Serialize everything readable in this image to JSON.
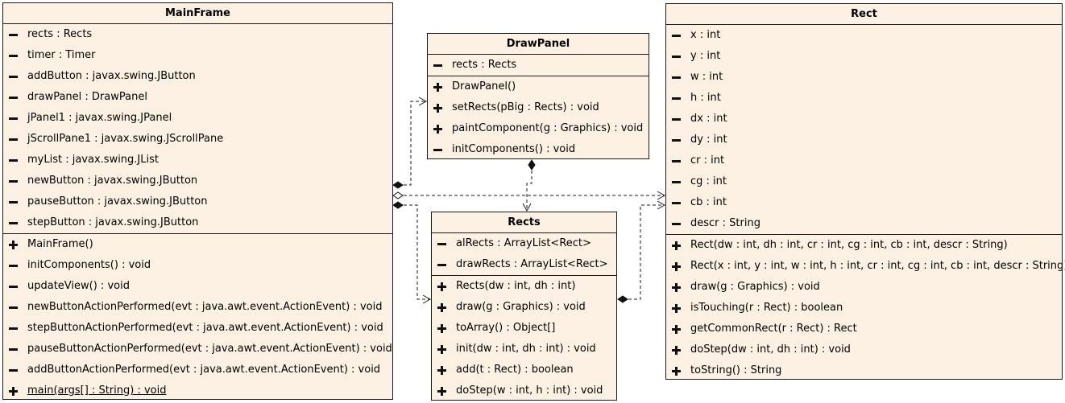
{
  "classes": {
    "mainframe": {
      "name": "MainFrame",
      "attributes": [
        "rects : Rects",
        "timer : Timer",
        "addButton : javax.swing.JButton",
        "drawPanel : DrawPanel",
        "jPanel1 : javax.swing.JPanel",
        "jScrollPane1 : javax.swing.JScrollPane",
        "myList : javax.swing.JList",
        "newButton : javax.swing.JButton",
        "pauseButton : javax.swing.JButton",
        "stepButton : javax.swing.JButton"
      ],
      "methods": [
        "MainFrame()",
        "initComponents() : void",
        "updateView() : void",
        "newButtonActionPerformed(evt : java.awt.event.ActionEvent) : void",
        "stepButtonActionPerformed(evt : java.awt.event.ActionEvent) : void",
        "pauseButtonActionPerformed(evt : java.awt.event.ActionEvent) : void",
        "addButtonActionPerformed(evt : java.awt.event.ActionEvent) : void",
        "main(args[] : String) : void"
      ]
    },
    "drawpanel": {
      "name": "DrawPanel",
      "attributes": [
        "rects : Rects"
      ],
      "methods": [
        "DrawPanel()",
        "setRects(pBig : Rects) : void",
        "paintComponent(g : Graphics) : void",
        "initComponents() : void"
      ]
    },
    "rects": {
      "name": "Rects",
      "attributes": [
        "alRects : ArrayList<Rect>",
        "drawRects : ArrayList<Rect>"
      ],
      "methods": [
        "Rects(dw : int, dh : int)",
        "draw(g : Graphics) : void",
        "toArray() : Object[]",
        "init(dw : int, dh : int) : void",
        "add(t : Rect) : boolean",
        "doStep(w : int, h : int) : void"
      ]
    },
    "rect": {
      "name": "Rect",
      "attributes": [
        "x : int",
        "y : int",
        "w : int",
        "h : int",
        "dx : int",
        "dy : int",
        "cr : int",
        "cg : int",
        "cb : int",
        "descr : String"
      ],
      "methods": [
        "Rect(dw : int, dh : int, cr : int, cg : int, cb : int, descr : String)",
        "Rect(x : int, y : int, w : int, h : int, cr : int, cg : int, cb : int, descr : String)",
        "draw(g : Graphics) : void",
        "isTouching(r : Rect) : boolean",
        "getCommonRect(r : Rect) : Rect",
        "doStep(dw : int, dh : int) : void",
        "toString() : String"
      ]
    }
  },
  "visibility": {
    "mainframe": {
      "attributes": [
        "-",
        "-",
        "-",
        "-",
        "-",
        "-",
        "-",
        "-",
        "-",
        "-"
      ],
      "methods": [
        "+",
        "-",
        "-",
        "-",
        "-",
        "-",
        "-",
        "+"
      ]
    },
    "drawpanel": {
      "attributes": [
        "-"
      ],
      "methods": [
        "+",
        "+",
        "+",
        "-"
      ]
    },
    "rects": {
      "attributes": [
        "-",
        "-"
      ],
      "methods": [
        "+",
        "+",
        "+",
        "+",
        "+",
        "+"
      ]
    },
    "rect": {
      "attributes": [
        "-",
        "-",
        "-",
        "-",
        "-",
        "-",
        "-",
        "-",
        "-",
        "-"
      ],
      "methods": [
        "+",
        "+",
        "+",
        "+",
        "+",
        "+",
        "+"
      ]
    }
  },
  "static_methods": {
    "mainframe": [
      7
    ]
  },
  "colors": {
    "class_fill": "#fdf1e3",
    "border": "#1a1a1a",
    "line": "#1a1a1a"
  }
}
